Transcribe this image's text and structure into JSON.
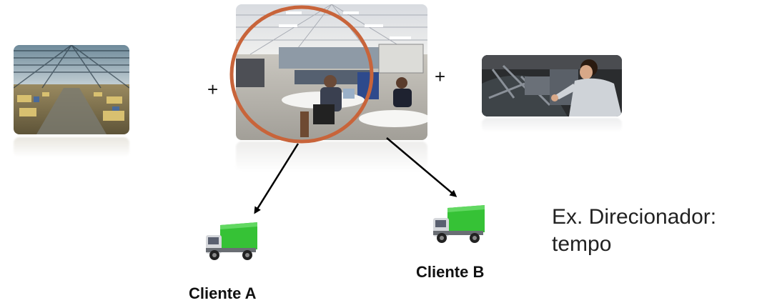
{
  "images": {
    "warehouse": "warehouse-photo",
    "office": "office-photo",
    "mechanic": "mechanic-photo",
    "truck": "truck-icon"
  },
  "plus_sign": "+",
  "clients": {
    "a": "Cliente A",
    "b": "Cliente B"
  },
  "driver": {
    "line1": "Ex. Direcionador:",
    "line2": "tempo"
  },
  "colors": {
    "circle": "#c8643a",
    "truck_cargo": "#3cc43c",
    "arrow": "#000000"
  }
}
